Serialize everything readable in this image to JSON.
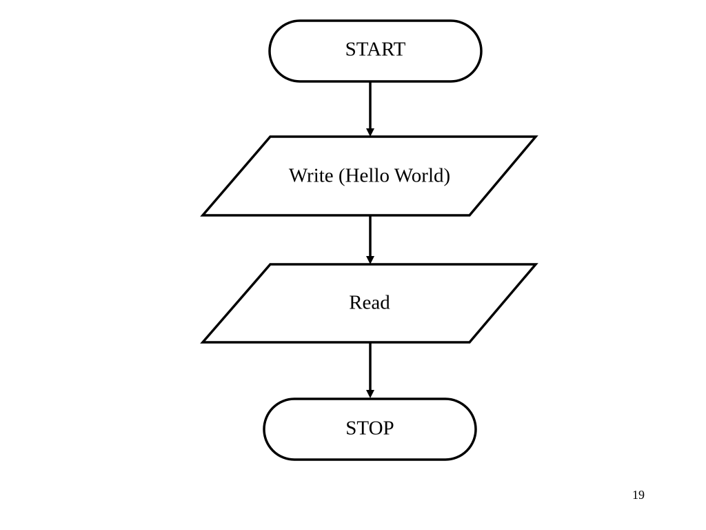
{
  "flowchart": {
    "nodes": [
      {
        "id": "start",
        "type": "terminator",
        "label": "START"
      },
      {
        "id": "write",
        "type": "input-output",
        "label": "Write (Hello World)"
      },
      {
        "id": "read",
        "type": "input-output",
        "label": "Read"
      },
      {
        "id": "stop",
        "type": "terminator",
        "label": "STOP"
      }
    ],
    "edges": [
      {
        "from": "start",
        "to": "write"
      },
      {
        "from": "write",
        "to": "read"
      },
      {
        "from": "read",
        "to": "stop"
      }
    ]
  },
  "slide": {
    "page_number": "19"
  }
}
